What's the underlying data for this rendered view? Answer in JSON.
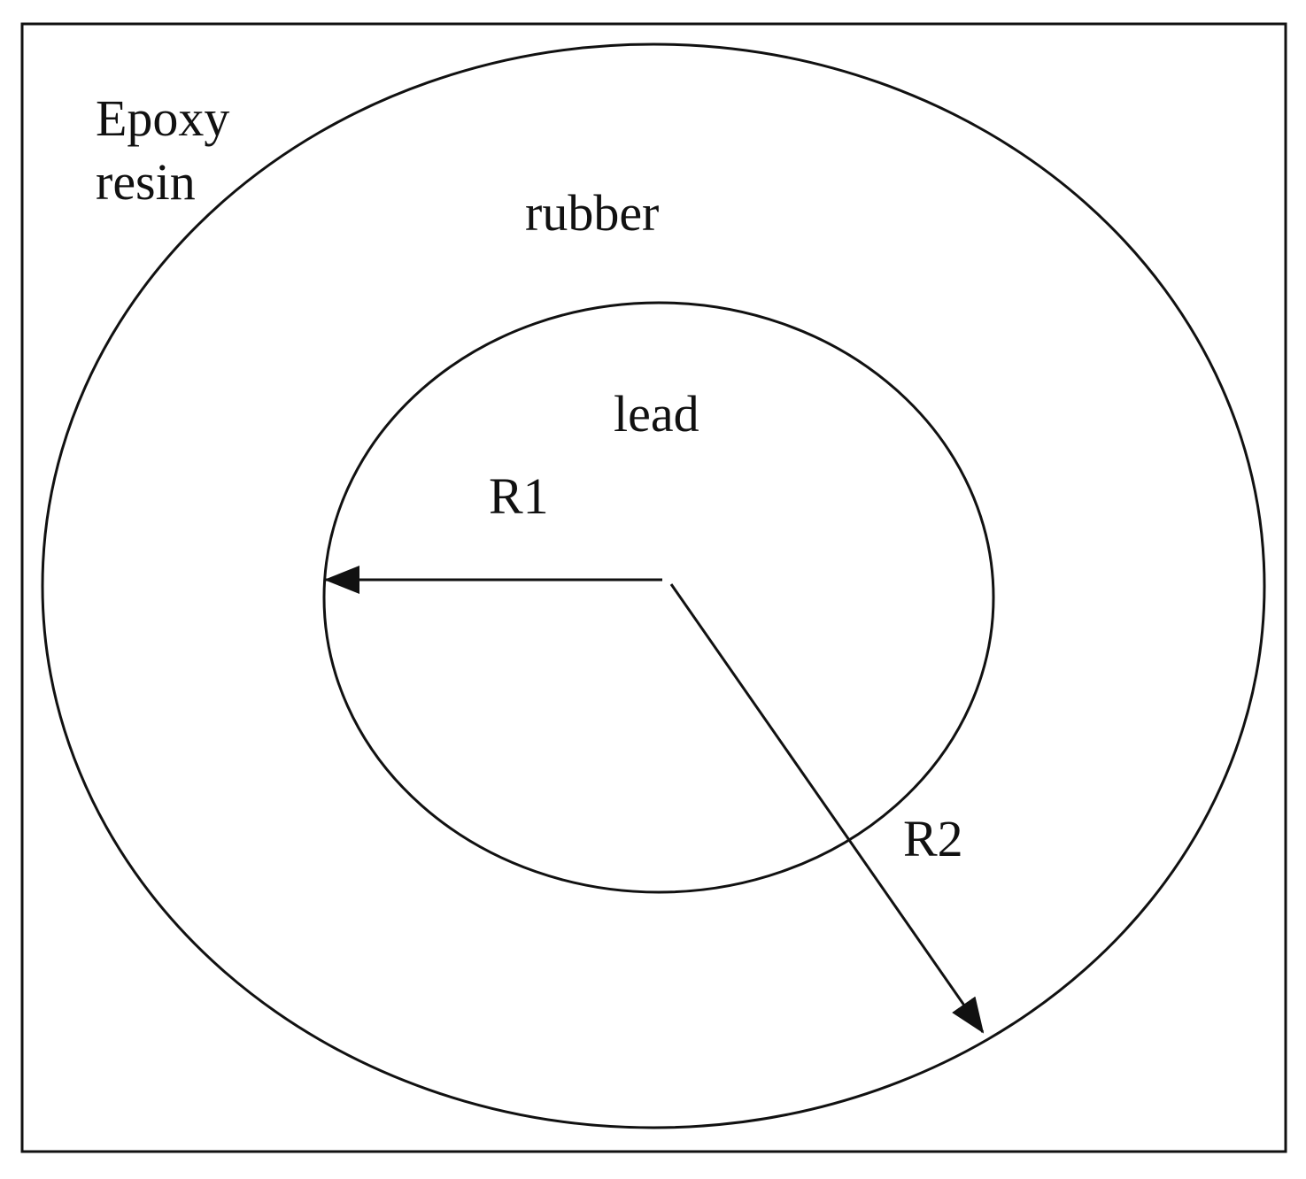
{
  "labels": {
    "epoxy_line1": "Epoxy",
    "epoxy_line2": "resin",
    "rubber": "rubber",
    "lead": "lead",
    "r1": "R1",
    "r2": "R2"
  },
  "colors": {
    "stroke": "#111111",
    "background": "#ffffff"
  }
}
